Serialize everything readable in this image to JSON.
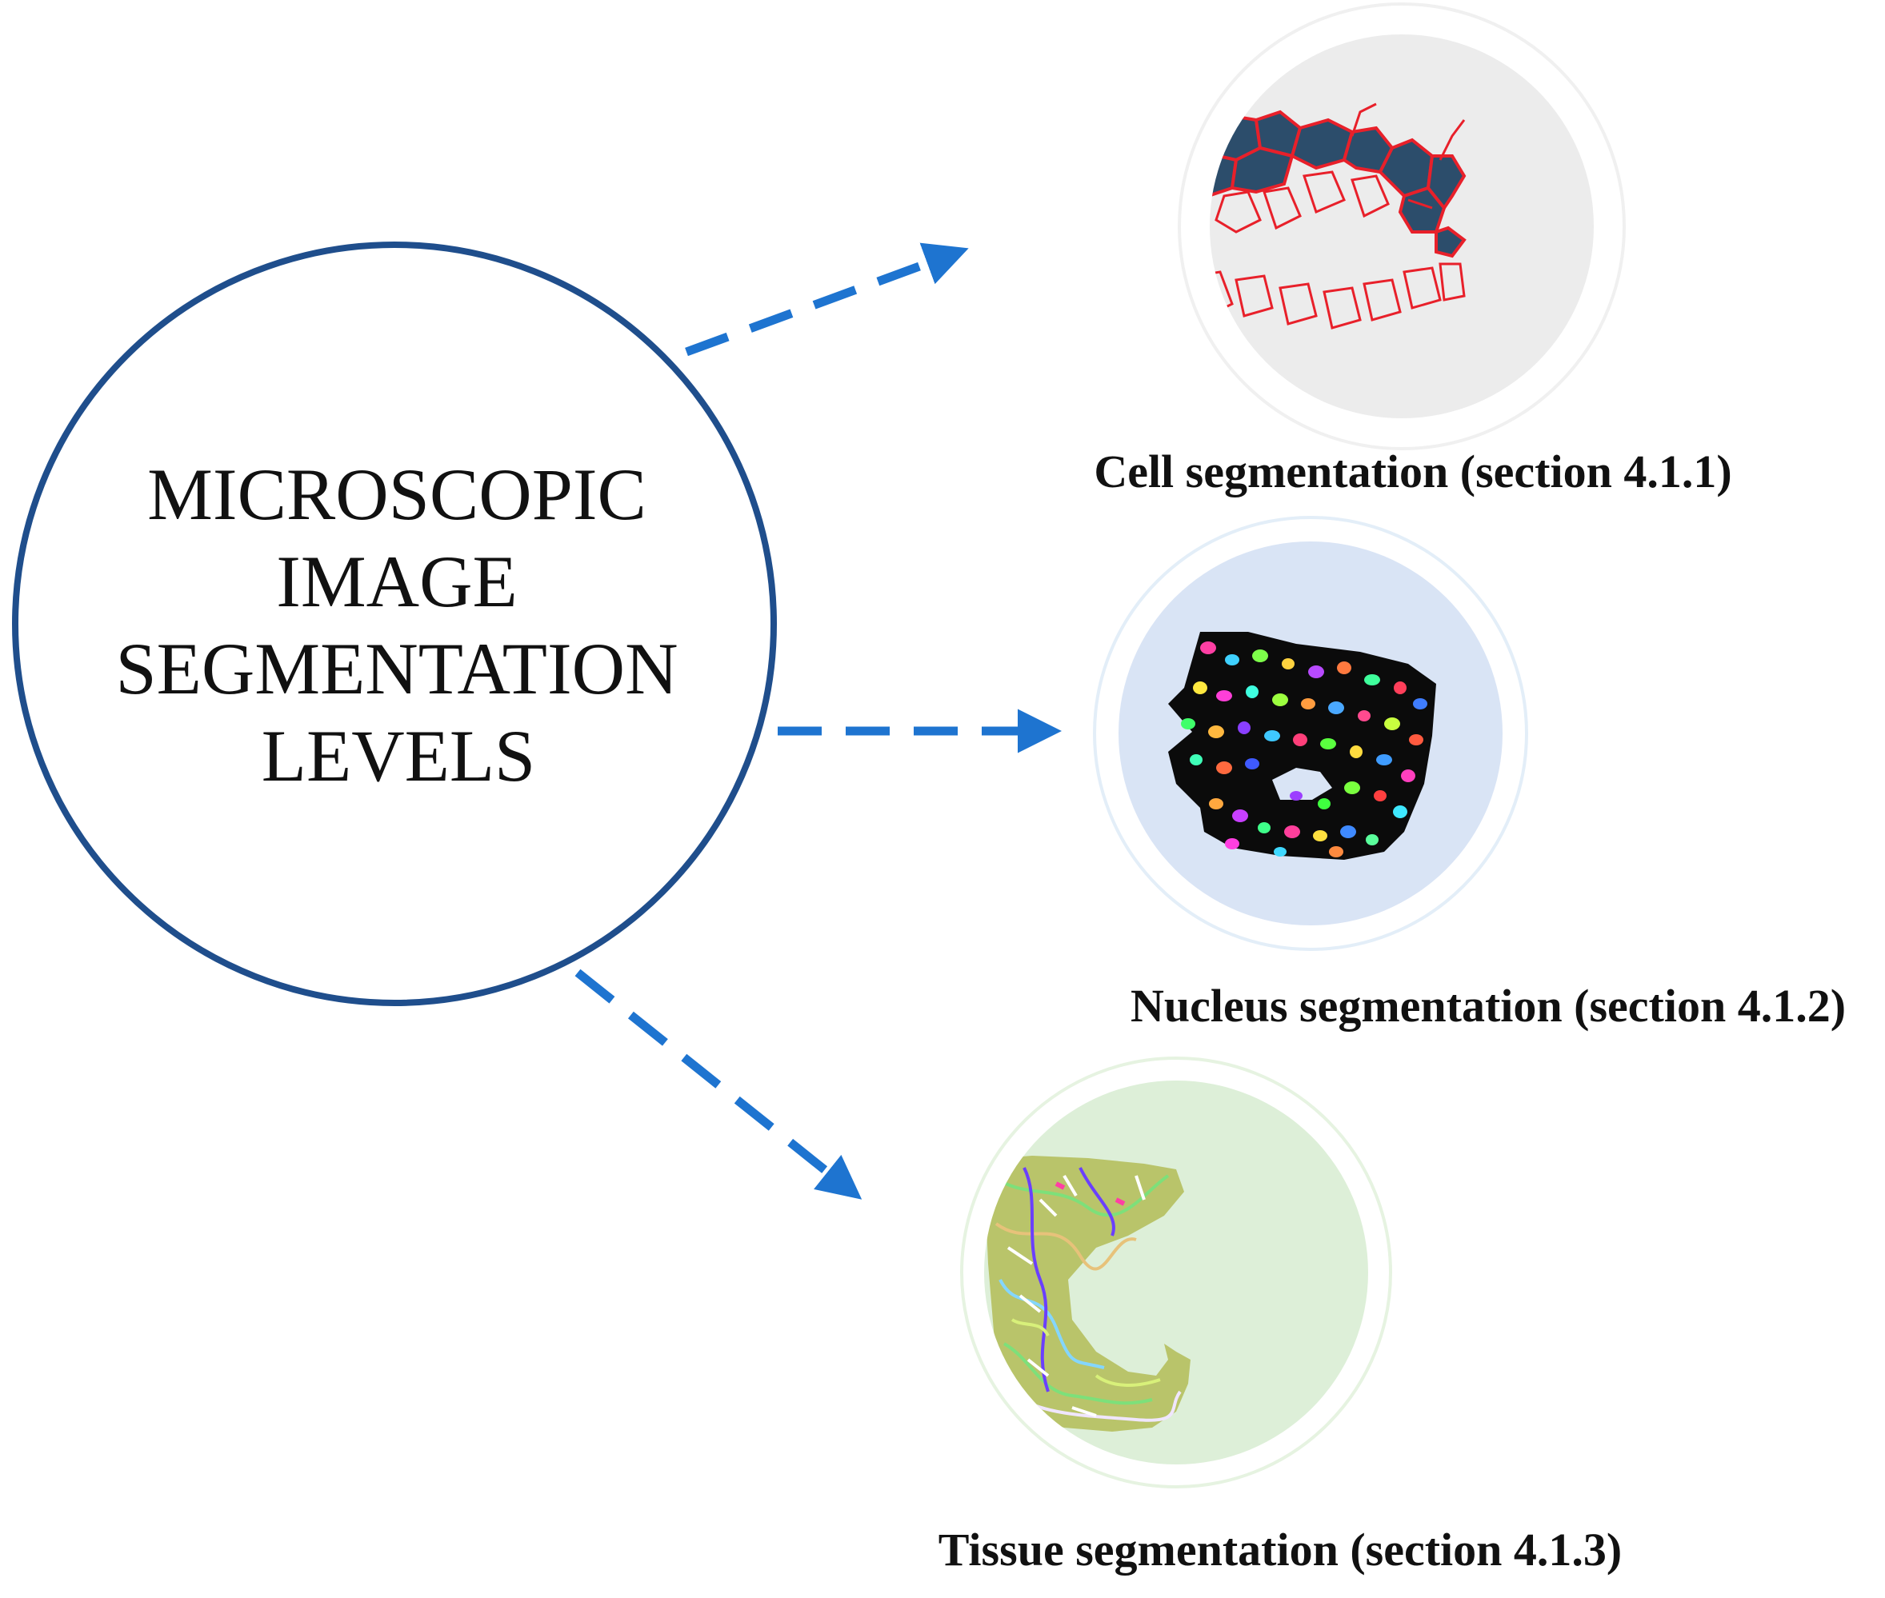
{
  "main_concept": {
    "lines": [
      "MICROSCOPIC",
      "IMAGE",
      "SEGMENTATION",
      "LEVELS"
    ]
  },
  "levels": [
    {
      "caption": "Cell segmentation (section 4.1.1)",
      "image": "cell-segmentation-image",
      "background_color": "#ececec"
    },
    {
      "caption": "Nucleus segmentation (section 4.1.2)",
      "image": "nucleus-segmentation-image",
      "background_color": "#d9e4f5"
    },
    {
      "caption": "Tissue segmentation (section 4.1.3)",
      "image": "tissue-segmentation-image",
      "background_color": "#ddefd8"
    }
  ],
  "colors": {
    "main_circle": "#1f4e8c",
    "arrows": "#1e74d0",
    "cell_boundaries": "#e8202a",
    "cell_fill": "#2c4d6b"
  }
}
